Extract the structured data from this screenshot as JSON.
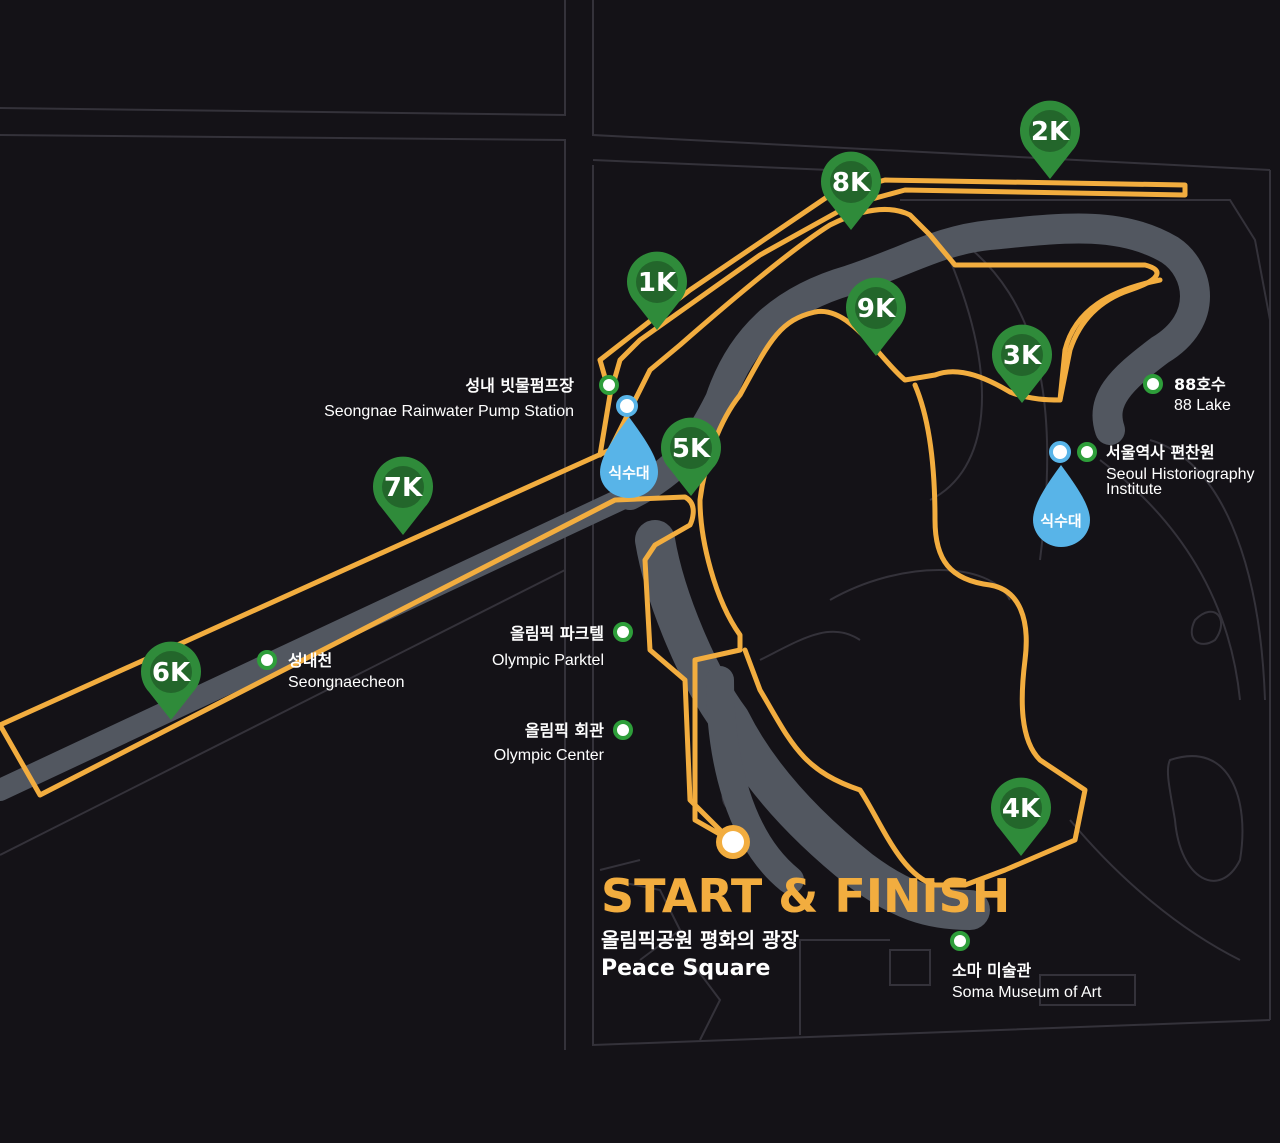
{
  "colors": {
    "background": "#141217",
    "road_line": "#2e2c33",
    "river": "#525760",
    "route": "#f2ad3f",
    "km_marker": "#2f8b3a",
    "km_marker_inner": "#23662b",
    "water_station": "#58b4e8",
    "poi_dot": "#2e9e3a"
  },
  "km_markers": [
    {
      "label": "1K"
    },
    {
      "label": "2K"
    },
    {
      "label": "3K"
    },
    {
      "label": "4K"
    },
    {
      "label": "5K"
    },
    {
      "label": "6K"
    },
    {
      "label": "7K"
    },
    {
      "label": "8K"
    },
    {
      "label": "9K"
    }
  ],
  "water_stations": [
    {
      "label": "식수대"
    },
    {
      "label": "식수대"
    }
  ],
  "pois": [
    {
      "name_ko": "성내 빗물펌프장",
      "name_en": "Seongnae Rainwater Pump Station"
    },
    {
      "name_ko": "88호수",
      "name_en": "88 Lake"
    },
    {
      "name_ko": "서울역사 편찬원",
      "name_en": "Seoul Historiography",
      "name_en2": "Institute"
    },
    {
      "name_ko": "올림픽 파크텔",
      "name_en": "Olympic Parktel"
    },
    {
      "name_ko": "성내천",
      "name_en": "Seongnaecheon"
    },
    {
      "name_ko": "올림픽 회관",
      "name_en": "Olympic Center"
    },
    {
      "name_ko": "소마 미술관",
      "name_en": "Soma Museum of Art"
    }
  ],
  "start_finish": {
    "title": "START & FINISH",
    "name_ko": "올림픽공원 평화의 광장",
    "name_en": "Peace Square"
  }
}
